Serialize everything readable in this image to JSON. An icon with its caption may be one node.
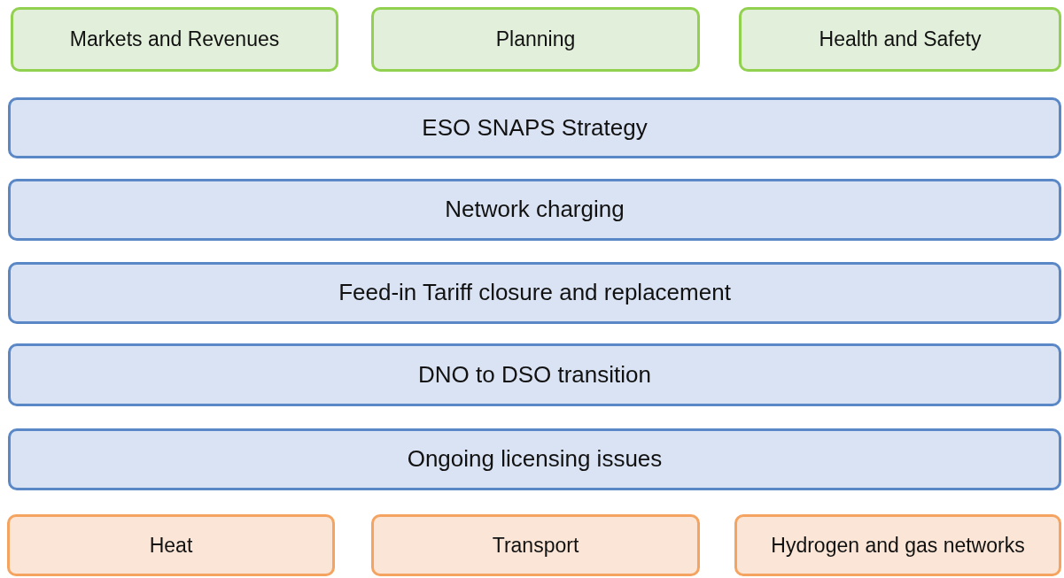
{
  "diagram": {
    "nodes": [
      {
        "text": [
          "Markets and Revenues"
        ]
      },
      {
        "text": [
          "Planning"
        ]
      },
      {
        "text": [
          "Health and Safety"
        ]
      },
      {
        "text": [
          "ESO SNAPS Strategy"
        ]
      },
      {
        "text": [
          "Network charging"
        ]
      },
      {
        "text": [
          "Feed-in Tariff closure and replacement"
        ]
      },
      {
        "text": [
          "DNO to DSO transition"
        ]
      },
      {
        "text": [
          "Ongoing licensing issues"
        ]
      },
      {
        "text": [
          "Heat"
        ]
      },
      {
        "text": [
          "Transport"
        ]
      },
      {
        "text": [
          "Hydrogen and gas networks"
        ]
      }
    ]
  }
}
